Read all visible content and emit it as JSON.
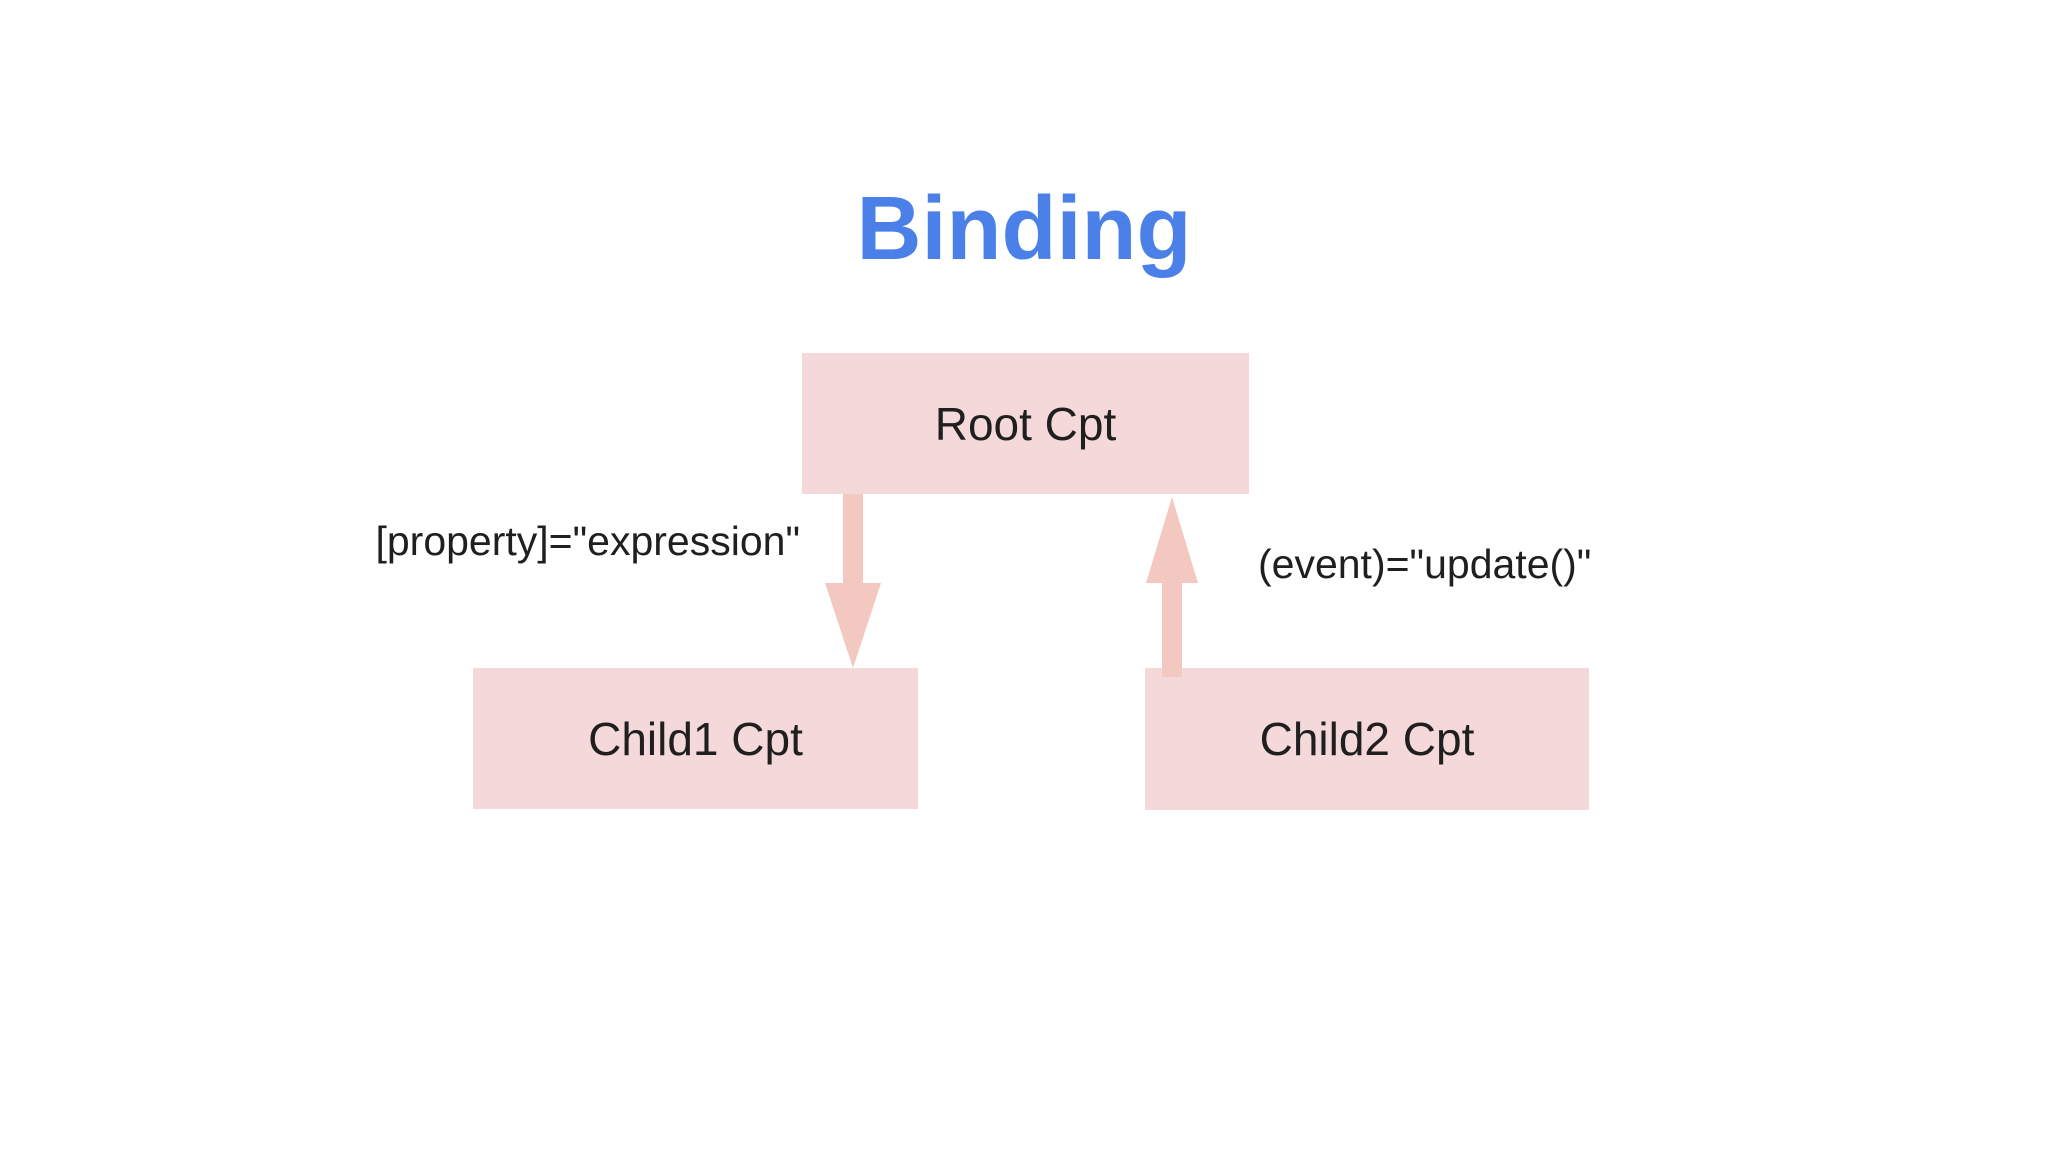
{
  "title": "Binding",
  "colors": {
    "title_color": "#4a80e8",
    "box_fill": "#f5d8d9",
    "arrow_fill": "#f2c8c0",
    "text_color": "#1f1f1f",
    "background": "#fefefe"
  },
  "diagram": {
    "type": "component-binding-diagram",
    "nodes": [
      {
        "id": "root",
        "label": "Root Cpt"
      },
      {
        "id": "child1",
        "label": "Child1 Cpt"
      },
      {
        "id": "child2",
        "label": "Child2 Cpt"
      }
    ],
    "edges": [
      {
        "from": "root",
        "to": "child1",
        "direction": "down",
        "label": "[property]=\"expression\""
      },
      {
        "from": "child2",
        "to": "root",
        "direction": "up",
        "label": "(event)=\"update()\""
      }
    ]
  }
}
